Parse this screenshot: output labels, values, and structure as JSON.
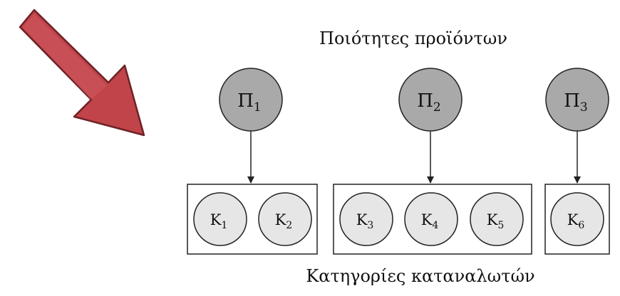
{
  "diagram": {
    "top_label": "Ποιότητες προϊόντων",
    "bottom_label": "Κατηγορίες καταναλωτών",
    "products": [
      {
        "letter": "Π",
        "index": "1"
      },
      {
        "letter": "Π",
        "index": "2"
      },
      {
        "letter": "Π",
        "index": "3"
      }
    ],
    "groups": [
      {
        "consumers": [
          {
            "letter": "Κ",
            "index": "1"
          },
          {
            "letter": "Κ",
            "index": "2"
          }
        ]
      },
      {
        "consumers": [
          {
            "letter": "Κ",
            "index": "3"
          },
          {
            "letter": "Κ",
            "index": "4"
          },
          {
            "letter": "Κ",
            "index": "5"
          }
        ]
      },
      {
        "consumers": [
          {
            "letter": "Κ",
            "index": "6"
          }
        ]
      }
    ],
    "colors": {
      "arrow_fill": "#c0444a",
      "arrow_stroke": "#6e2226",
      "product_fill": "#a9a9a9",
      "consumer_fill": "#e6e6e6",
      "line": "#222222"
    }
  }
}
